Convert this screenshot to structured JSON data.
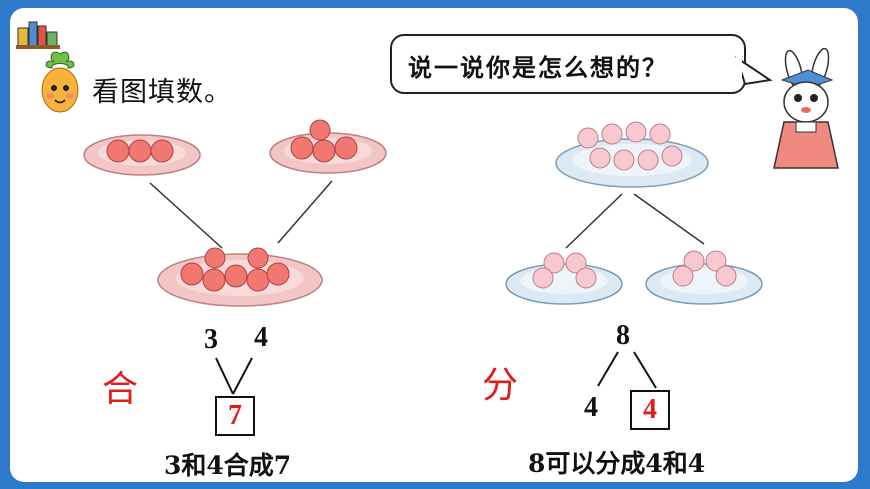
{
  "title": "看图填数。",
  "bubble": {
    "text": "说一说你是怎么想的？"
  },
  "left": {
    "label": "合",
    "top_left": "3",
    "top_right": "4",
    "answer": "7",
    "sentence": "3和4合成7"
  },
  "right": {
    "label": "分",
    "top": "8",
    "bottom_left": "4",
    "answer": "4",
    "sentence": "8可以分成4和4"
  },
  "colors": {
    "frame": "#2e79c9",
    "accent": "#e21b1b",
    "apple": "#f07870",
    "plate": "#f3c6c6",
    "plate2": "#dde9f2",
    "peach": "#f6c8cf"
  }
}
